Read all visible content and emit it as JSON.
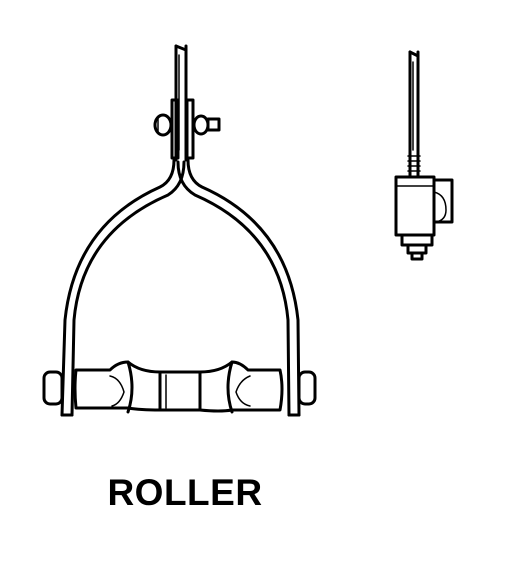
{
  "caption": "ROLLER",
  "colors": {
    "ink": "#000000",
    "paper": "#ffffff"
  },
  "views": {
    "front": {
      "name": "roller-hanger-front-view"
    },
    "side": {
      "name": "roller-hanger-side-view"
    }
  }
}
